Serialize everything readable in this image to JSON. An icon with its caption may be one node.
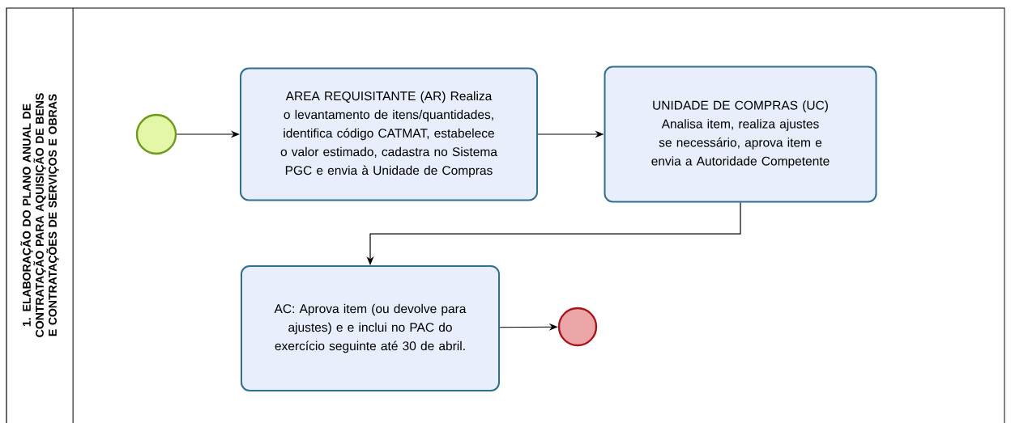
{
  "diagram": {
    "nodes": [
      {
        "text": [
          "1. ELABORAÇÃO DO PLANO ANUAL DE CONTRATAÇÃO PARA AQUISIÇÃO DE BENS E CONTRATAÇÕES DE SERVIÇOS E OBRAS"
        ]
      },
      {
        "text": [],
        "shape": "circle",
        "in": 0
      },
      {
        "text": [
          "AREA REQUISITANTE (AR) Realiza o levantamento de itens/quantidades, identifica código CATMAT, estabelece o valor estimado, cadastra no Sistema PGC e envia à Unidade de Compras"
        ],
        "in": 0
      },
      {
        "text": [
          "UNIDADE DE COMPRAS (UC) Analisa item, realiza ajustes se necessário, aprova item e envia a Autoridade Competente"
        ],
        "in": 0
      },
      {
        "text": [
          "AC: Aprova item (ou devolve para ajustes) e e inclui no PAC do exercício seguinte até 30 de abril."
        ],
        "in": 0
      },
      {
        "text": [],
        "shape": "circle",
        "in": 0
      }
    ],
    "edges": [
      {
        "from": 1,
        "to": 2,
        "arrow": "to"
      },
      {
        "from": 2,
        "to": 3,
        "arrow": "to"
      },
      {
        "from": 3,
        "to": 4,
        "arrow": "to"
      },
      {
        "from": 4,
        "to": 5,
        "arrow": "to"
      }
    ]
  }
}
